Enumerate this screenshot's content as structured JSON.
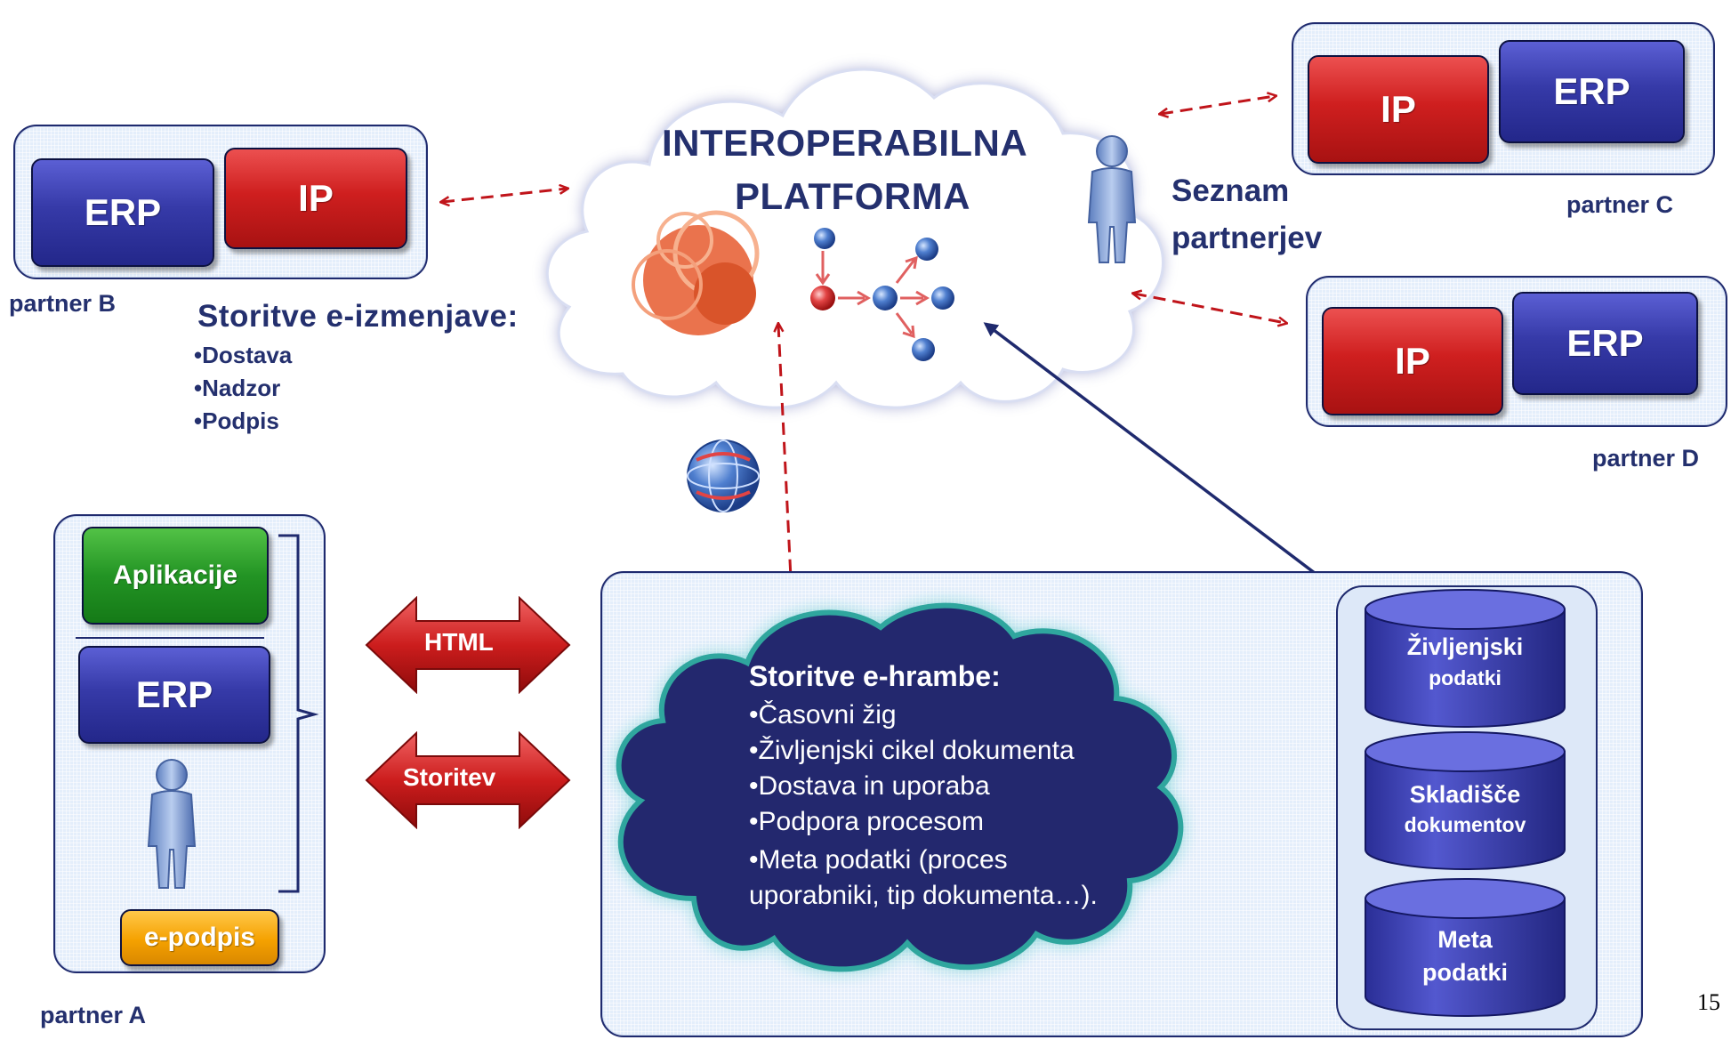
{
  "platform": {
    "title_line1": "INTEROPERABILNA",
    "title_line2": "PLATFORMA"
  },
  "directory": {
    "line1": "Seznam",
    "line2": "partnerjev"
  },
  "partner_b": {
    "erp": "ERP",
    "ip": "IP",
    "name": "partner B"
  },
  "partner_c": {
    "ip": "IP",
    "erp": "ERP",
    "name": "partner C"
  },
  "partner_d": {
    "ip": "IP",
    "erp": "ERP",
    "name": "partner D"
  },
  "exchange_services": {
    "title": "Storitve e-izmenjave:",
    "items": [
      "•Dostava",
      "•Nadzor",
      "•Podpis"
    ]
  },
  "partner_a": {
    "apps": "Aplikacije",
    "erp": "ERP",
    "esign": "e-podpis",
    "name": "partner A"
  },
  "connectors": {
    "html": "HTML",
    "service": "Storitev"
  },
  "archive_services": {
    "title": "Storitve e-hrambe:",
    "items": [
      "•Časovni žig",
      "•Življenjski cikel dokumenta",
      "•Dostava in uporaba",
      "•Podpora procesom",
      "•Meta podatki (proces",
      "uporabniki, tip dokumenta…)."
    ]
  },
  "storage": {
    "lifecycle": [
      "Življenjski",
      "podatki"
    ],
    "documents": [
      "Skladišče",
      "dokumentov"
    ],
    "metadata": [
      "Meta",
      "podatki"
    ]
  },
  "page_number": "15",
  "colors": {
    "erp": "#363aa8",
    "ip": "#cf1f1f",
    "apps": "#239424",
    "esign": "#f5a100",
    "archive_cloud": "#23286e",
    "arrow_dashed": "#c0141a",
    "label": "#24306e"
  }
}
